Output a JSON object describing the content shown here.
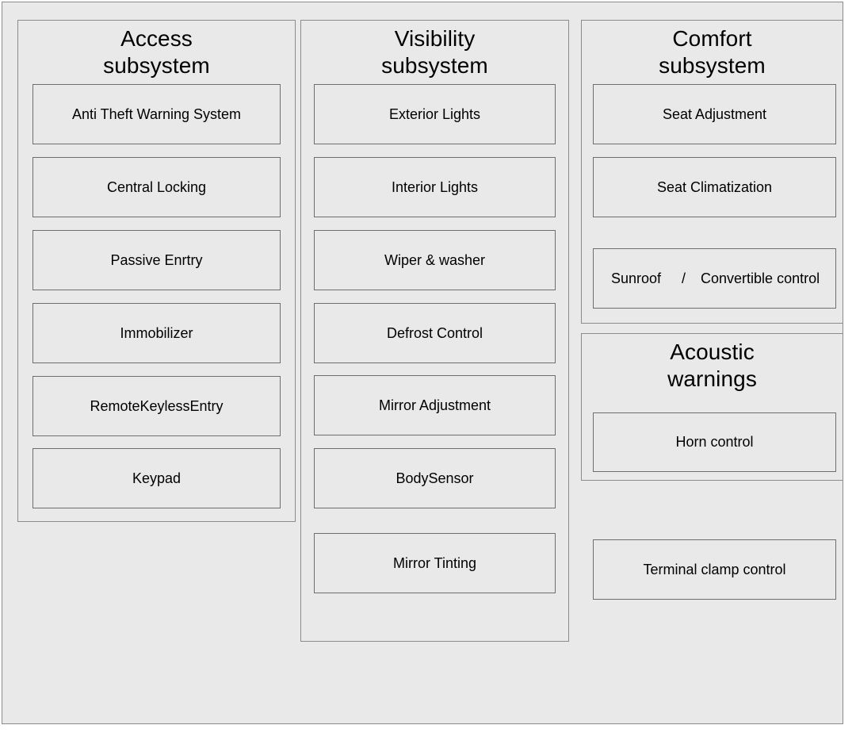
{
  "diagram": {
    "background_color": "#e9e9e9",
    "frame_border_color": "#8b8b8b",
    "box_border_color": "#6e6e6e",
    "text_color": "#000000",
    "groups": [
      {
        "id": "access",
        "title": "Access\nsubsystem",
        "items": [
          {
            "label": "Anti Theft Warning System"
          },
          {
            "label": "Central Locking"
          },
          {
            "label": "Passive Enrtry"
          },
          {
            "label": "Immobilizer"
          },
          {
            "label": "RemoteKeylessEntry"
          },
          {
            "label": "Keypad"
          }
        ]
      },
      {
        "id": "visibility",
        "title": "Visibility\nsubsystem",
        "items": [
          {
            "label": "Exterior Lights"
          },
          {
            "label": "Interior Lights"
          },
          {
            "label": "Wiper &  washer"
          },
          {
            "label": "Defrost Control"
          },
          {
            "label": "Mirror Adjustment"
          },
          {
            "label": "BodySensor"
          },
          {
            "label": "Mirror Tinting"
          }
        ]
      },
      {
        "id": "comfort",
        "title": "Comfort\nsubsystem",
        "items": [
          {
            "label": "Seat Adjustment"
          },
          {
            "label": "Seat Climatization"
          },
          {
            "label": "Sunroof  /  Convertible control",
            "left": "Sunroof",
            "separator": "/",
            "right": "Convertible control"
          }
        ]
      },
      {
        "id": "acoustic",
        "title": "Acoustic\nwarnings",
        "items": [
          {
            "label": "Horn control"
          }
        ]
      }
    ],
    "standalone": [
      {
        "id": "terminal-clamp",
        "label": "Terminal clamp control"
      }
    ]
  }
}
